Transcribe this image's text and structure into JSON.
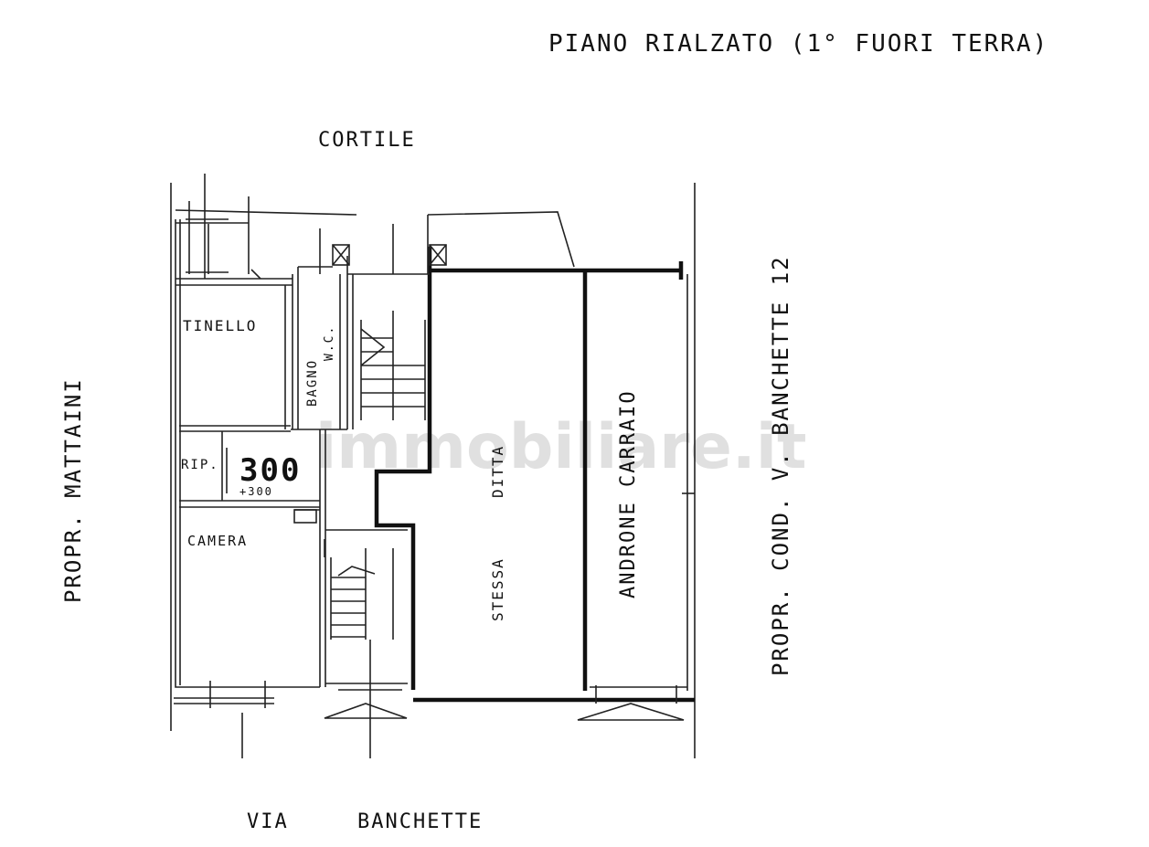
{
  "title": "PIANO RIALZATO (1° FUORI TERRA)",
  "labels": {
    "courtyard": "CORTILE",
    "west_property": "PROPR. MATTAINI",
    "east_property": "PROPR. COND. V. BANCHETTE 12",
    "street": "VIA BANCHETTE",
    "height_mark": "300",
    "height_mark_small": "+300"
  },
  "rooms": {
    "tinello": "TINELLO",
    "bagno": "BAGNO",
    "wc": "W.C.",
    "rip": "RIP.",
    "camera": "CAMERA",
    "ditta": "DITTA",
    "stessa": "STESSA",
    "androne": "ANDRONE CARRAIO"
  },
  "watermark": "immobiliare.it",
  "colors": {
    "ink": "#111111",
    "paper": "#ffffff",
    "watermark": "#d9d9d9"
  }
}
